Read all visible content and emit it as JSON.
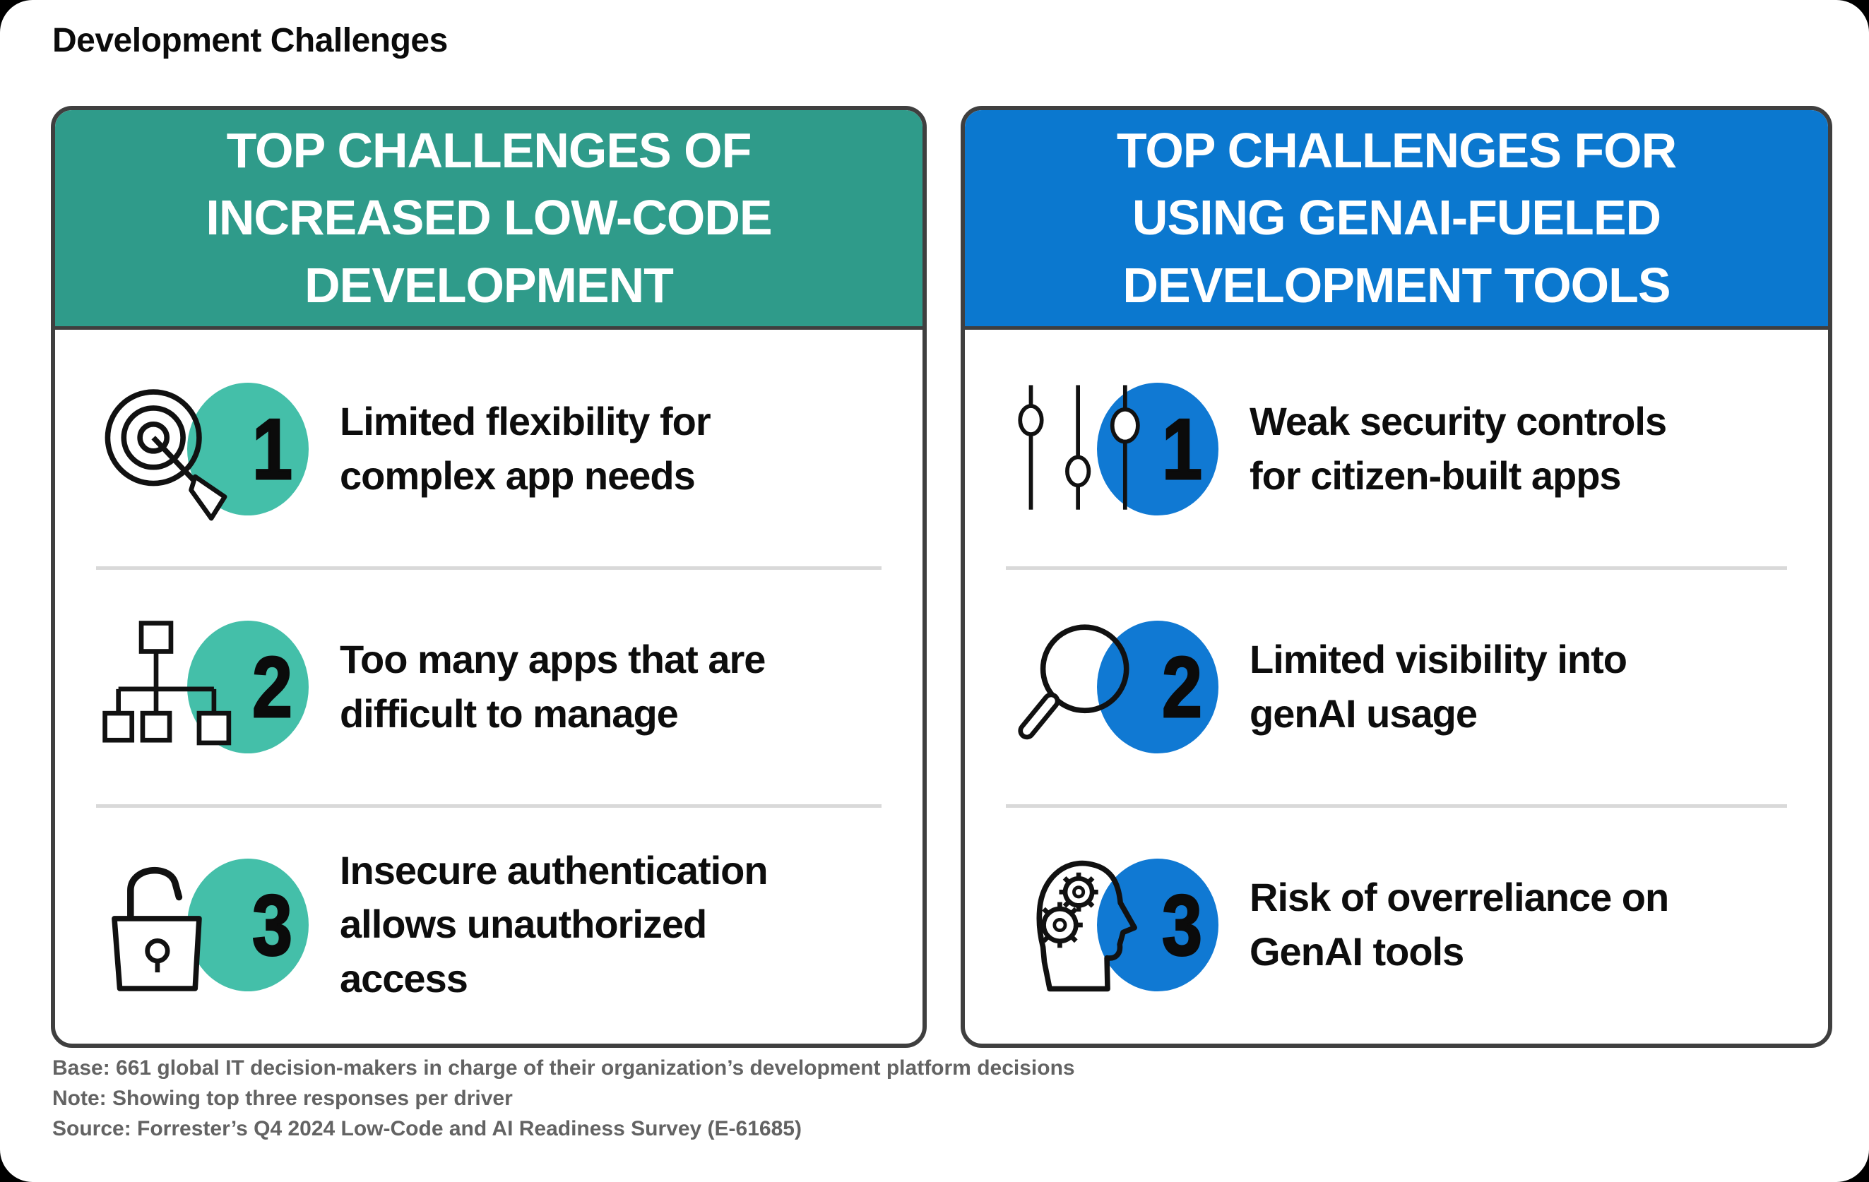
{
  "page": {
    "title": "Development Challenges",
    "footer": {
      "base": "Base: 661 global IT decision-makers in charge of their organization’s development platform decisions",
      "note": "Note: Showing top three responses per driver",
      "source": "Source: Forrester’s Q4 2024 Low-Code and AI Readiness Survey (E-61685)"
    }
  },
  "colors": {
    "teal_header": "#2f9b8a",
    "teal_circle": "#44bfa9",
    "blue_header": "#0b78cf",
    "blue_circle": "#1079d3",
    "panel_border": "#3f3f3f",
    "divider": "#d9d9d9",
    "footer_text": "#636363",
    "header_text": "#ffffff"
  },
  "panels": [
    {
      "id": "low-code",
      "header": "TOP CHALLENGES OF\nINCREASED LOW-CODE\nDEVELOPMENT",
      "items": [
        {
          "rank": "1",
          "icon": "target-icon",
          "text": "Limited flexibility for\ncomplex app needs"
        },
        {
          "rank": "2",
          "icon": "org-chart-icon",
          "text": "Too many apps that are\ndifficult to manage"
        },
        {
          "rank": "3",
          "icon": "open-lock-icon",
          "text": "Insecure authentication\nallows unauthorized\naccess"
        }
      ]
    },
    {
      "id": "genai",
      "header": "TOP CHALLENGES FOR\nUSING GENAI-FUELED\nDEVELOPMENT TOOLS",
      "items": [
        {
          "rank": "1",
          "icon": "sliders-icon",
          "text": "Weak security controls\nfor citizen-built apps"
        },
        {
          "rank": "2",
          "icon": "magnifier-icon",
          "text": "Limited visibility into\ngenAI usage"
        },
        {
          "rank": "3",
          "icon": "head-gears-icon",
          "text": "Risk of overreliance on\nGenAI tools"
        }
      ]
    }
  ]
}
